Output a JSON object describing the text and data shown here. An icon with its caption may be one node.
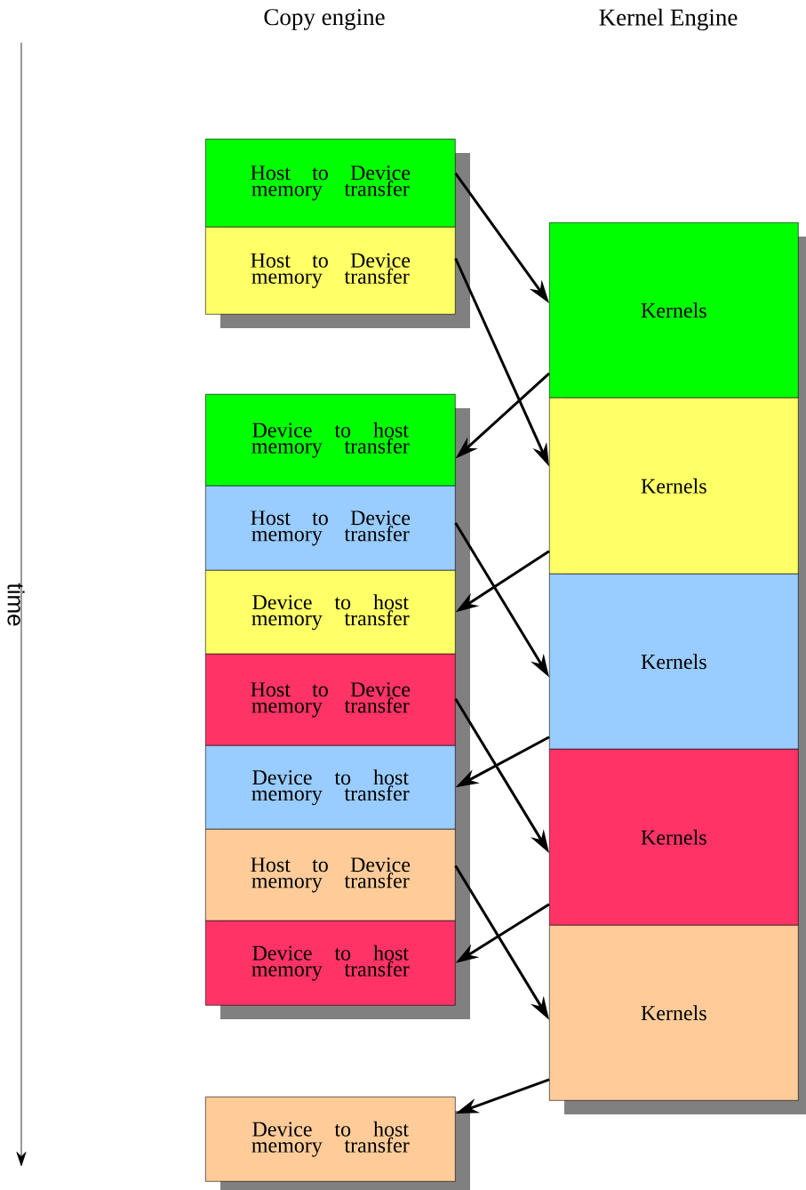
{
  "diagram": {
    "nodes": [
      {
        "text": [
          "Host to Device memory transfer"
        ]
      },
      {
        "text": [
          "Host to Device memory transfer"
        ]
      },
      {
        "text": [
          "Device to host memory transfer"
        ]
      },
      {
        "text": [
          "Host to Device memory transfer"
        ]
      },
      {
        "text": [
          "Device to host memory transfer"
        ]
      },
      {
        "text": [
          "Host to Device memory transfer"
        ]
      },
      {
        "text": [
          "Device to host memory transfer"
        ]
      },
      {
        "text": [
          "Host to Device memory transfer"
        ]
      },
      {
        "text": [
          "Device to host memory transfer"
        ]
      },
      {
        "text": [
          "Device to host memory transfer"
        ]
      },
      {
        "text": [
          "Kernels"
        ]
      },
      {
        "text": [
          "Kernels"
        ]
      },
      {
        "text": [
          "Kernels"
        ]
      },
      {
        "text": [
          "Kernels"
        ]
      },
      {
        "text": [
          "Kernels"
        ]
      }
    ],
    "edges": [
      {
        "from": 0,
        "to": 10,
        "arrow": "to"
      },
      {
        "from": 1,
        "to": 11,
        "arrow": "to"
      },
      {
        "from": 10,
        "to": 2,
        "arrow": "to"
      },
      {
        "from": 3,
        "to": 12,
        "arrow": "to"
      },
      {
        "from": 11,
        "to": 4,
        "arrow": "to"
      },
      {
        "from": 5,
        "to": 13,
        "arrow": "to"
      },
      {
        "from": 12,
        "to": 6,
        "arrow": "to"
      },
      {
        "from": 7,
        "to": 14,
        "arrow": "to"
      },
      {
        "from": 13,
        "to": 8,
        "arrow": "to"
      },
      {
        "from": 14,
        "to": 9,
        "arrow": "to"
      }
    ],
    "labels": [
      "Copy engine",
      "Kernel Engine",
      "time"
    ]
  }
}
